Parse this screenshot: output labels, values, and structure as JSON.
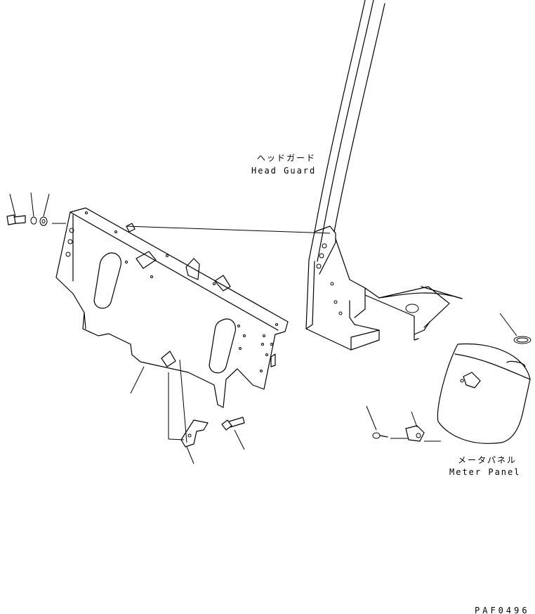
{
  "labels": {
    "head_guard_jp": "ヘッドガード",
    "head_guard_en": "Head Guard",
    "meter_panel_jp": "メータパネル",
    "meter_panel_en": "Meter Panel",
    "drawing_code": "PAF0496"
  },
  "colors": {
    "line": "#000000",
    "background": "#ffffff"
  }
}
